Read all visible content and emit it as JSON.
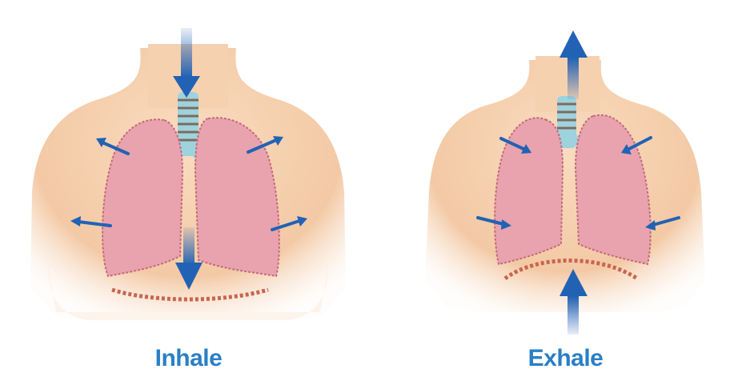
{
  "colors": {
    "skin": "#f7d7b8",
    "skin_shadow": "#e8b894",
    "lung": "#e8a3ae",
    "lung_edge": "#c46a7a",
    "trachea": "#9ed3de",
    "diaphragm": "#c8654f",
    "arrow": "#2262b4",
    "label": "#2a7fc7"
  },
  "panels": [
    {
      "id": "inhale",
      "label": "Inhale"
    },
    {
      "id": "exhale",
      "label": "Exhale"
    }
  ]
}
